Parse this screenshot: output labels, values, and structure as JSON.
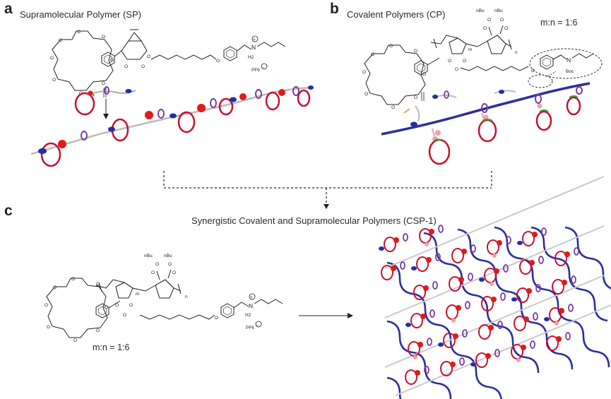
{
  "panels": {
    "a": {
      "letter": "a",
      "title": "Supramolecular Polymer (SP)",
      "labels": {
        "counterion": "PF6",
        "ammonium": "H2"
      }
    },
    "b": {
      "letter": "b",
      "title": "Covalent Polymers (CP)",
      "ratio": "m:n = 1:6",
      "labels": {
        "butyl_1": "nBu",
        "butyl_2": "nBu",
        "protecting_group": "Boc",
        "m": "m",
        "n": "n"
      }
    },
    "c": {
      "letter": "c",
      "title": "Synergistic Covalent and Supramolecular Polymers (CSP-1)",
      "ratio": "m:n = 1:6",
      "labels": {
        "butyl_1": "nBu",
        "butyl_2": "nBu",
        "counterion": "PF6",
        "ammonium": "H2",
        "m": "m",
        "n": "n"
      }
    }
  },
  "colors": {
    "crown_ring": "#c8102e",
    "polymer_backbone": "#2b2f9c",
    "pillar_red": "#e01a1a",
    "ammonium_blue": "#1f2fa8",
    "linker_purple": "#7a3aa0",
    "pink_bead": "#f2a0a8",
    "green_link": "#3aa040",
    "arrow": "#222222"
  },
  "icons": {
    "crown_ether": "macrocycle-ring-icon",
    "pillar": "red-bead-icon",
    "ammonium": "blue-ellipsoid-icon",
    "arrow_down": "arrow-down-icon",
    "arrow_right": "arrow-right-icon"
  }
}
